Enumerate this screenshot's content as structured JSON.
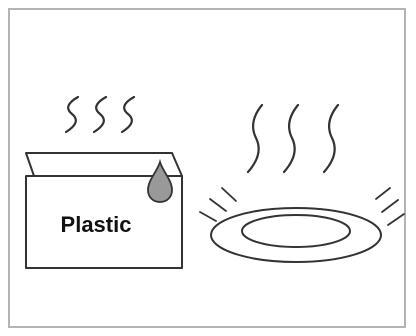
{
  "illustration": {
    "container_label": "Plastic",
    "colors": {
      "frame": "#b3b3b3",
      "line": "#333333",
      "drop": "#999999",
      "background": "#ffffff"
    },
    "elements": [
      "plastic-container",
      "water-drop-icon",
      "steam-lines-over-container",
      "dinner-plate",
      "steam-lines-over-plate",
      "heat-motion-lines"
    ]
  }
}
